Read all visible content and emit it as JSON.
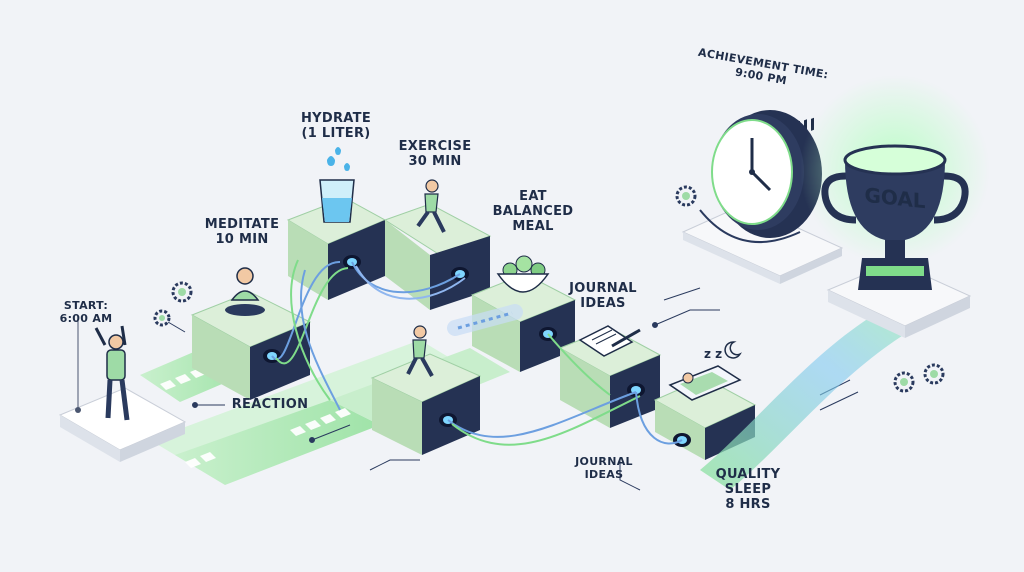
{
  "labels": {
    "start": [
      "START:",
      "6:00 AM"
    ],
    "meditate": [
      "MEDITATE",
      "10 MIN"
    ],
    "hydrate": [
      "HYDRATE",
      "(1 LITER)"
    ],
    "exercise": [
      "EXERCISE",
      "30 MIN"
    ],
    "eat": [
      "EAT",
      "BALANCED",
      "MEAL"
    ],
    "journal_top": [
      "JOURNAL",
      "IDEAS"
    ],
    "journal_bottom": [
      "JOURNAL",
      "IDEAS"
    ],
    "reaction": "REACTION",
    "sleep": [
      "QUALITY",
      "SLEEP",
      "8 HRS"
    ],
    "achievement": [
      "ACHIEVEMENT TIME:",
      "9:00 PM"
    ],
    "goal": "GOAL"
  },
  "colors": {
    "background": "#f1f3f7",
    "block_top": "#dcefd9",
    "block_side": "#b9ddb6",
    "block_dark": "#253253",
    "accent_green": "#7fdc8a",
    "accent_blue": "#6c9fe0",
    "ink": "#1f2d48"
  },
  "icons": [
    "stretching-person-icon",
    "meditating-person-icon",
    "water-glass-icon",
    "running-person-icon",
    "salad-bowl-icon",
    "notebook-icon",
    "sleeping-person-icon",
    "clock-icon",
    "trophy-icon",
    "gear-icon"
  ]
}
